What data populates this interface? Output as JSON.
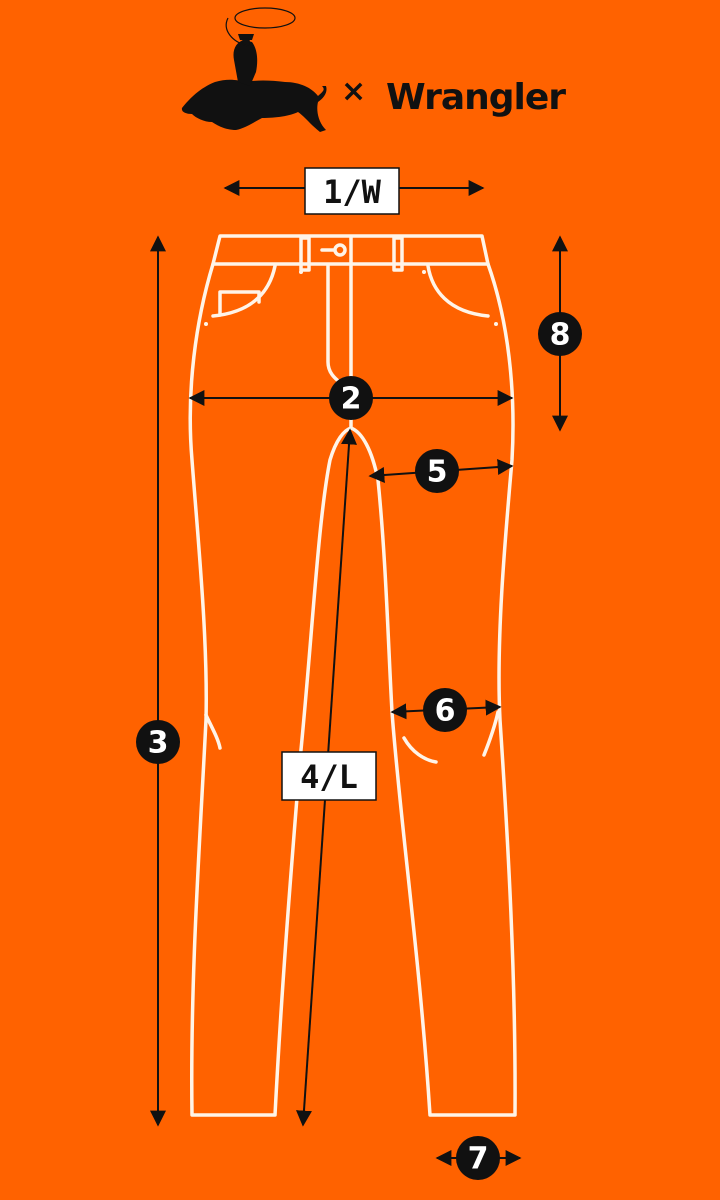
{
  "logo": {
    "partner_icon": "boar-rider-lasso-icon",
    "separator": "×",
    "brand": "Wrangler"
  },
  "measurements": {
    "waist": "1/W",
    "hip": "2",
    "outseam": "3",
    "inseam": "4/L",
    "thigh": "5",
    "knee": "6",
    "leg_opening": "7",
    "rise": "8"
  },
  "colors": {
    "background": "#FF6200",
    "outline": "#FFF4E8",
    "marker": "#111111"
  }
}
